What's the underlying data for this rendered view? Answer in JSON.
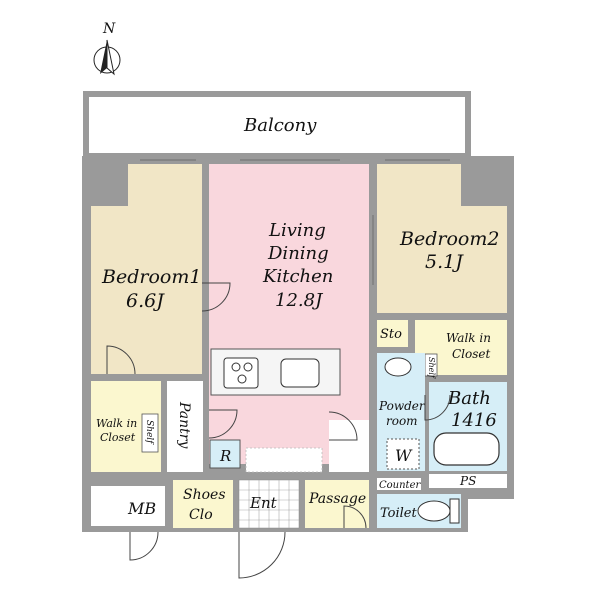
{
  "compass": {
    "label": "N"
  },
  "rooms": {
    "balcony": "Balcony",
    "bedroom1": {
      "name": "Bedroom1",
      "size": "6.6J"
    },
    "ldk": {
      "line1": "Living",
      "line2": "Dining",
      "line3": "Kitchen",
      "size": "12.8J"
    },
    "bedroom2": {
      "name": "Bedroom2",
      "size": "5.1J"
    },
    "sto": "Sto",
    "walkin_right": {
      "line1": "Walk in",
      "line2": "Closet"
    },
    "shelf_right": "Shelf",
    "powder": {
      "line1": "Powder",
      "line2": "room"
    },
    "bath": {
      "name": "Bath",
      "size": "1416"
    },
    "washer": "W",
    "walkin_left": {
      "line1": "Walk in",
      "line2": "Closet"
    },
    "shelf_left": "Shelf",
    "pantry": "Pantry",
    "refrigerator": "R",
    "mb": "MB",
    "shoes": {
      "line1": "Shoes",
      "line2": "Clo"
    },
    "entrance": "Ent",
    "passage": "Passage",
    "counter": "Counter",
    "toilet": "Toilet",
    "ps": "PS"
  },
  "colors": {
    "wall": "#9a9a9a",
    "bedroom": "#f1e6c6",
    "ldk": "#f9d7dd",
    "closet": "#fbf7cf",
    "wet": "#d6eef7",
    "white": "#ffffff"
  }
}
